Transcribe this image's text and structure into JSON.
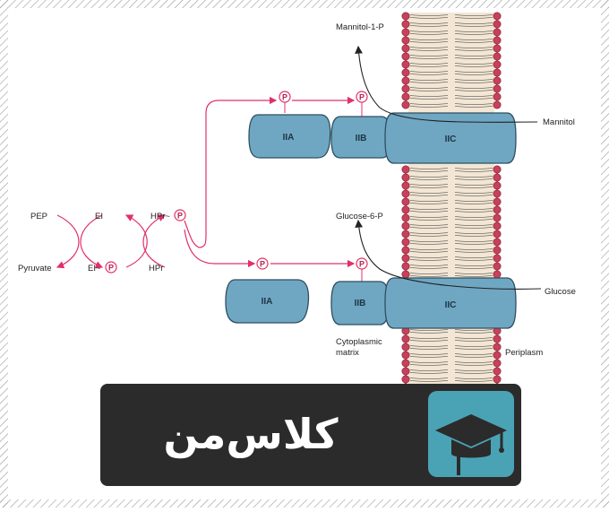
{
  "labels": {
    "mannitol_1_p": "Mannitol-1-P",
    "glucose_6_p": "Glucose-6-P",
    "mannitol": "Mannitol",
    "glucose": "Glucose",
    "pep": "PEP",
    "pyruvate": "Pyruvate",
    "ei": "EI",
    "ei_p": "EI~",
    "hpr_p": "HPr~",
    "hpr": "HPr",
    "cytoplasmic_line1": "Cytoplasmic",
    "cytoplasmic_line2": "matrix",
    "periplasm": "Periplasm",
    "phosphate": "P"
  },
  "proteins": {
    "top": {
      "iia": "IIA",
      "iib": "IIB",
      "iic": "IIC"
    },
    "bottom": {
      "iia": "IIA",
      "iib": "IIB",
      "iic": "IIC"
    }
  },
  "colors": {
    "protein_fill": "#6fa7c3",
    "arrow_red": "#e0306a",
    "membrane_head": "#c8405a",
    "logo_bg": "#2b2b2b",
    "logo_teal": "#4aa3b5"
  },
  "logo": {
    "text": "کلاس‌من"
  }
}
